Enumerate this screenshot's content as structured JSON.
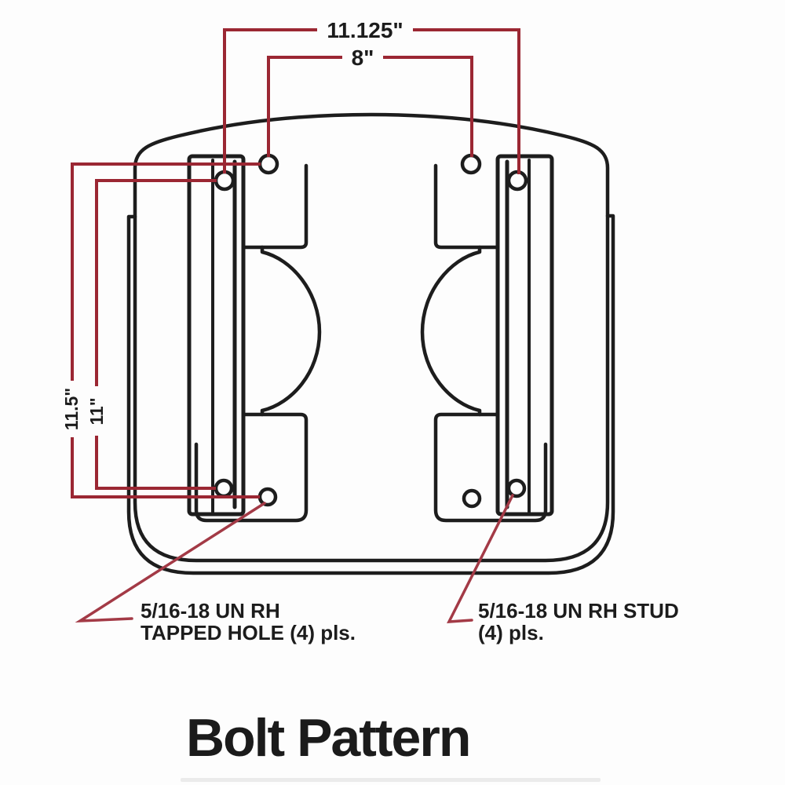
{
  "figure": {
    "title": "Bolt Pattern",
    "dimensions": {
      "width_outer": "11.125\"",
      "width_inner": "8\"",
      "height_outer": "11.5\"",
      "height_inner": "11\""
    },
    "callouts": {
      "tapped_hole": {
        "line1": "5/16-18 UN RH",
        "line2": "TAPPED HOLE (4) pls."
      },
      "stud": {
        "line1": "5/16-18 UN RH STUD",
        "line2": "(4) pls."
      }
    },
    "colors": {
      "line_black": "#1d1d1d",
      "dimension_red": "#9b2733",
      "leader_red": "#a33a46",
      "background": "#fdfdfd"
    }
  }
}
